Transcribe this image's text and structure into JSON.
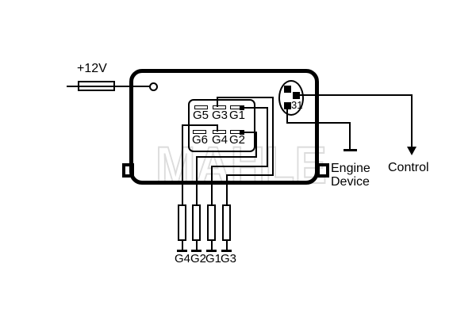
{
  "watermark": "MAHLE",
  "power": {
    "label": "+12V"
  },
  "relay": {
    "connector": {
      "top_row": [
        "G5",
        "G3",
        "G1"
      ],
      "bottom_row": [
        "G6",
        "G4",
        "G2"
      ]
    },
    "round_connector": {
      "pin_label": "31"
    }
  },
  "outputs": {
    "engine_device": {
      "line1": "Engine",
      "line2": "Device"
    },
    "control": {
      "label": "Control"
    }
  },
  "glow_plugs": {
    "labels": [
      "G4",
      "G2",
      "G1",
      "G3"
    ]
  },
  "colors": {
    "line": "#000000",
    "background": "#ffffff",
    "watermark": "#dcdcdc"
  }
}
